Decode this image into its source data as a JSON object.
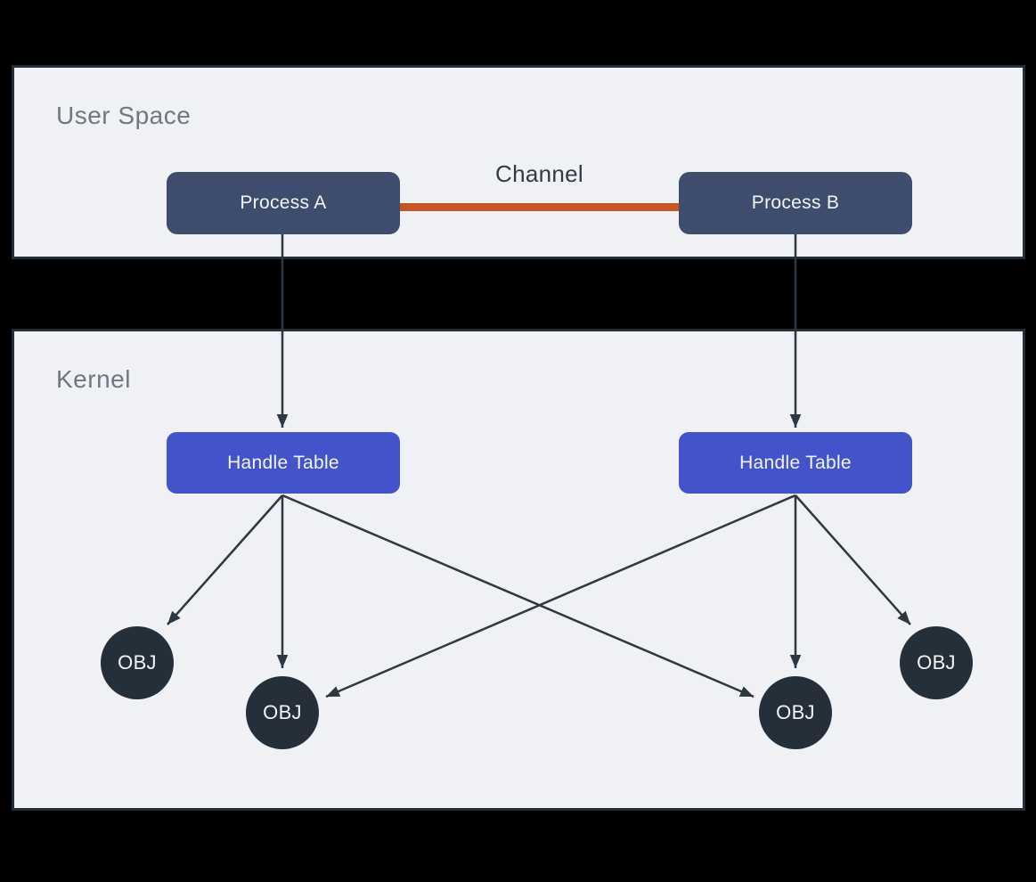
{
  "colors": {
    "background": "#000000",
    "panel_bg": "#f0f1f4",
    "panel_border": "#242e39",
    "process_box": "#3e4d6d",
    "handle_table_box": "#4354cb",
    "obj_circle": "#252f3a",
    "channel_line": "#c75627",
    "arrow": "#2c3842",
    "panel_label_text": "#6e7883",
    "channel_label_text": "#2f3b46",
    "node_text": "#f2f4f6"
  },
  "user_space": {
    "label": "User Space",
    "process_a_label": "Process A",
    "process_b_label": "Process B",
    "channel_label": "Channel"
  },
  "kernel": {
    "label": "Kernel",
    "handle_table_left_label": "Handle Table",
    "handle_table_right_label": "Handle Table",
    "objects": [
      "OBJ",
      "OBJ",
      "OBJ",
      "OBJ"
    ]
  }
}
